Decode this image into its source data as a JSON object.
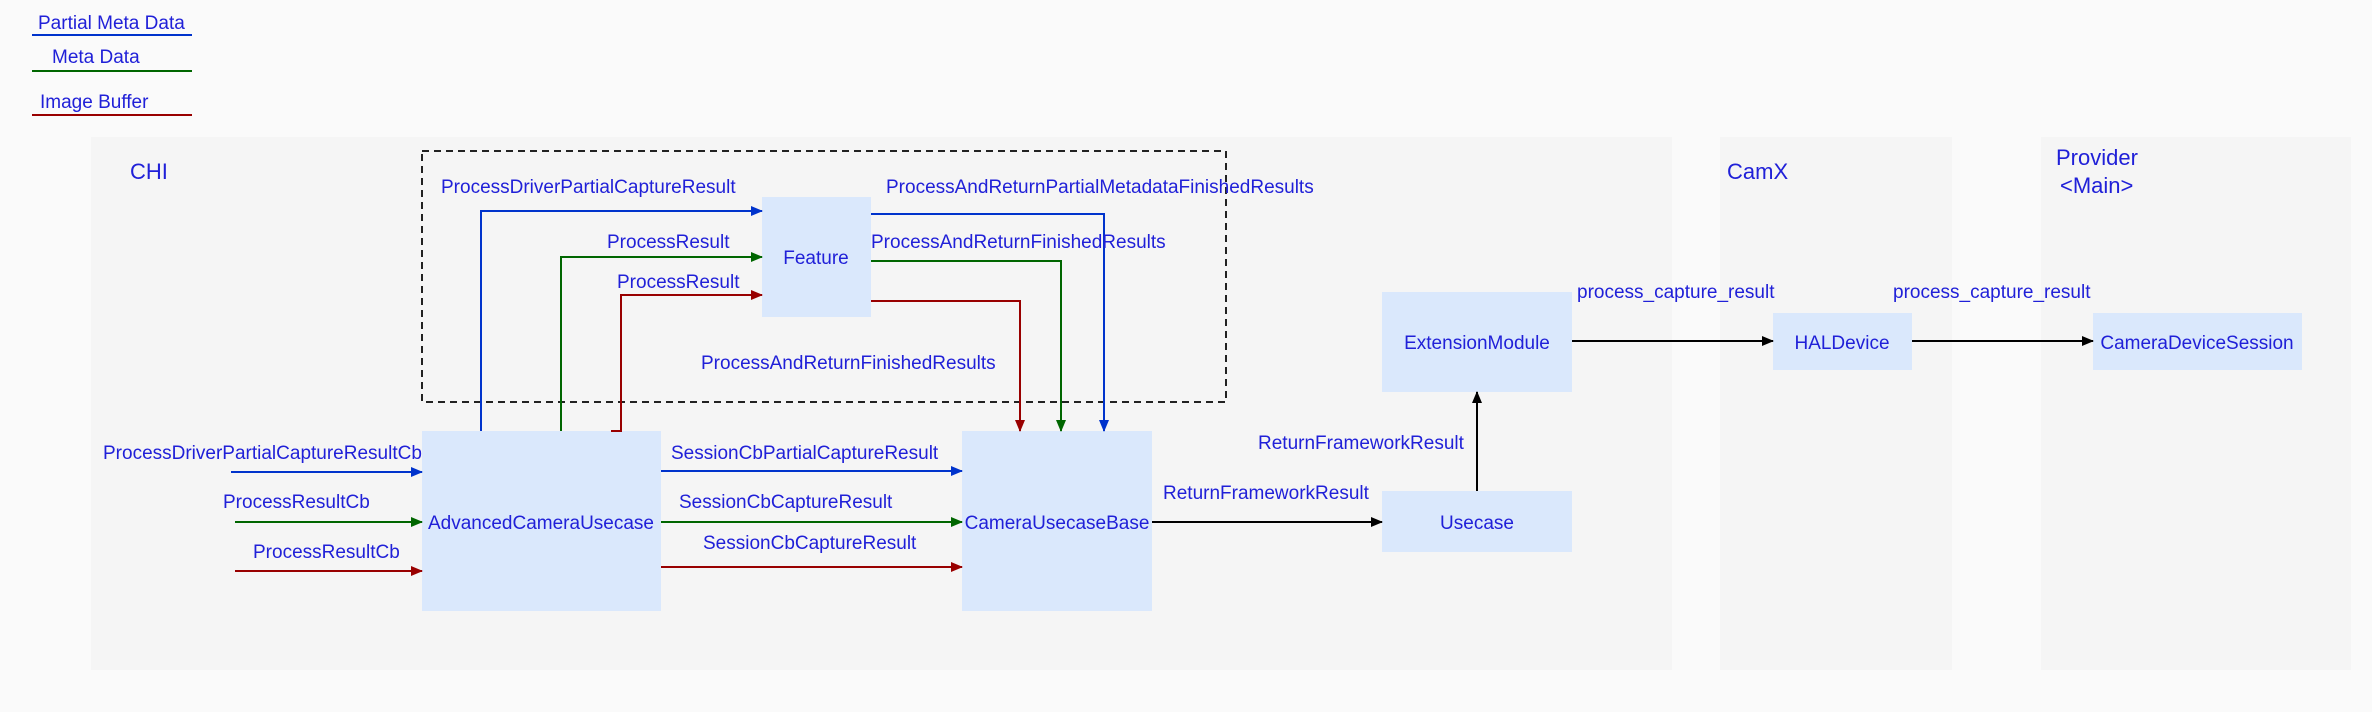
{
  "legend": {
    "partial_meta": "Partial Meta Data",
    "meta": "Meta Data",
    "image_buffer": "Image Buffer"
  },
  "regions": {
    "chi": "CHI",
    "camx": "CamX",
    "provider_line1": "Provider",
    "provider_line2": "<Main>"
  },
  "nodes": {
    "feature": "Feature",
    "advanced": "AdvancedCameraUsecase",
    "base": "CameraUsecaseBase",
    "usecase": "Usecase",
    "extension": "ExtensionModule",
    "haldevice": "HALDevice",
    "session": "CameraDeviceSession"
  },
  "edges": {
    "process_driver_partial": "ProcessDriverPartialCaptureResult",
    "process_result_meta": "ProcessResult",
    "process_result_image": "ProcessResult",
    "return_partial_finished": "ProcessAndReturnPartialMetadataFinishedResults",
    "return_finished_meta": "ProcessAndReturnFinishedResults",
    "return_finished_image": "ProcessAndReturnFinishedResults",
    "in_partial_cb": "ProcessDriverPartialCaptureResultCb",
    "in_meta_cb": "ProcessResultCb",
    "in_image_cb": "ProcessResultCb",
    "session_partial": "SessionCbPartialCaptureResult",
    "session_meta": "SessionCbCaptureResult",
    "session_image": "SessionCbCaptureResult",
    "return_framework_1": "ReturnFrameworkResult",
    "return_framework_2": "ReturnFrameworkResult",
    "process_capture_1": "process_capture_result",
    "process_capture_2": "process_capture_result"
  },
  "colors": {
    "partial_meta": "#0033cc",
    "meta": "#006600",
    "image_buffer": "#990000",
    "node_fill": "#dae8fc",
    "region_fill": "#f5f5f5",
    "label": "#2020d8"
  }
}
